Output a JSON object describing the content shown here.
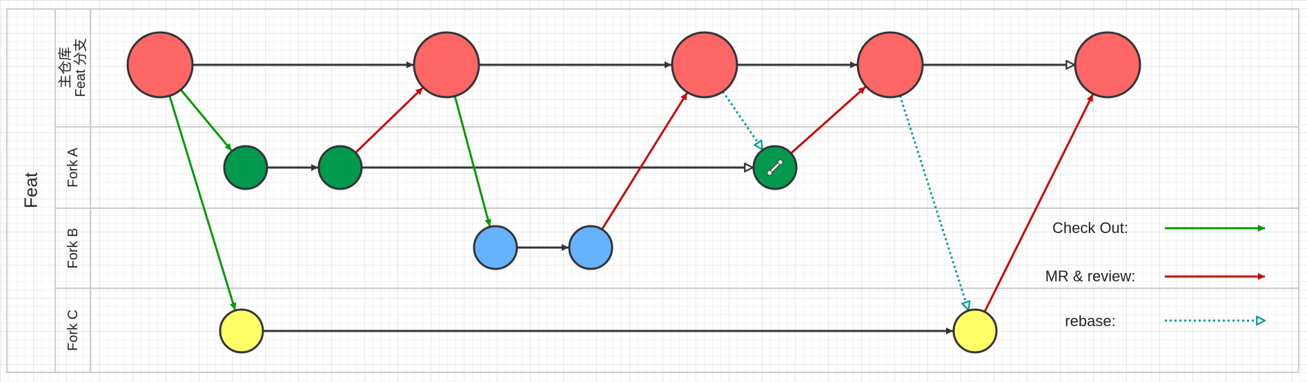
{
  "pool": {
    "label": "Feat"
  },
  "lanes": [
    {
      "id": "main",
      "label_line1": "主仓库",
      "label_line2": "Feat 分支"
    },
    {
      "id": "fork_a",
      "label_line1": "Fork A",
      "label_line2": ""
    },
    {
      "id": "fork_b",
      "label_line1": "Fork B",
      "label_line2": ""
    },
    {
      "id": "fork_c",
      "label_line1": "Fork C",
      "label_line2": ""
    }
  ],
  "legend": [
    {
      "id": "checkout",
      "label": "Check Out:"
    },
    {
      "id": "mr",
      "label": "MR & review:"
    },
    {
      "id": "rebase",
      "label": "rebase:"
    }
  ],
  "nodes": [
    {
      "id": "m1",
      "lane": "main",
      "color": "#ff6666"
    },
    {
      "id": "m2",
      "lane": "main",
      "color": "#ff6666"
    },
    {
      "id": "m3",
      "lane": "main",
      "color": "#ff6666"
    },
    {
      "id": "m4",
      "lane": "main",
      "color": "#ff6666"
    },
    {
      "id": "m5",
      "lane": "main",
      "color": "#ff6666"
    },
    {
      "id": "a1",
      "lane": "fork_a",
      "color": "#00994d"
    },
    {
      "id": "a2",
      "lane": "fork_a",
      "color": "#00994d"
    },
    {
      "id": "a3",
      "lane": "fork_a",
      "color": "#00994d",
      "icon": "wrench-icon"
    },
    {
      "id": "b1",
      "lane": "fork_b",
      "color": "#66b2ff"
    },
    {
      "id": "b2",
      "lane": "fork_b",
      "color": "#66b2ff"
    },
    {
      "id": "c1",
      "lane": "fork_c",
      "color": "#ffff66"
    },
    {
      "id": "c2",
      "lane": "fork_c",
      "color": "#ffff66"
    }
  ],
  "edges": [
    {
      "from": "m1",
      "to": "m2",
      "type": "flow"
    },
    {
      "from": "m2",
      "to": "m3",
      "type": "flow"
    },
    {
      "from": "m3",
      "to": "m4",
      "type": "flow"
    },
    {
      "from": "m4",
      "to": "m5",
      "type": "flow-open"
    },
    {
      "from": "m1",
      "to": "a1",
      "type": "checkout"
    },
    {
      "from": "m1",
      "to": "c1",
      "type": "checkout"
    },
    {
      "from": "a1",
      "to": "a2",
      "type": "flow"
    },
    {
      "from": "a2",
      "to": "m2",
      "type": "mr"
    },
    {
      "from": "a2",
      "to": "a3",
      "type": "flow-open"
    },
    {
      "from": "m2",
      "to": "b1",
      "type": "checkout"
    },
    {
      "from": "b1",
      "to": "b2",
      "type": "flow"
    },
    {
      "from": "b2",
      "to": "m3",
      "type": "mr"
    },
    {
      "from": "m3",
      "to": "a3",
      "type": "rebase"
    },
    {
      "from": "a3",
      "to": "m4",
      "type": "mr"
    },
    {
      "from": "c1",
      "to": "c2",
      "type": "flow"
    },
    {
      "from": "m4",
      "to": "c2",
      "type": "rebase"
    },
    {
      "from": "c2",
      "to": "m5",
      "type": "mr"
    }
  ],
  "colors": {
    "checkout": "#009900",
    "mr": "#cc0000",
    "rebase": "#009999",
    "flow": "#333333",
    "stroke": "#333333",
    "lane_border": "#cccccc"
  }
}
